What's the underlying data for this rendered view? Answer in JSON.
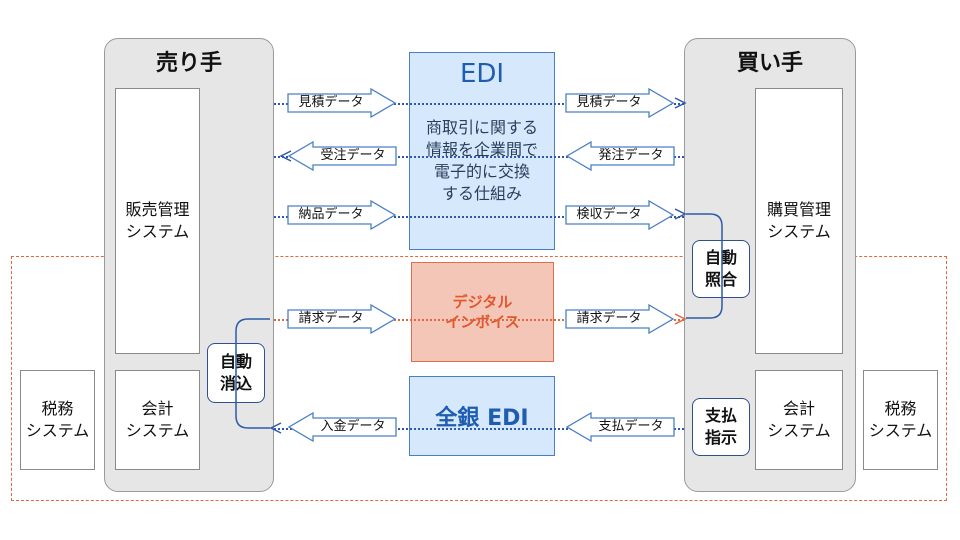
{
  "seller": {
    "title": "売り手",
    "sales_system": "販売管理\nシステム",
    "accounting": "会計\nシステム",
    "auto_clear": "自動\n消込"
  },
  "buyer": {
    "title": "買い手",
    "purchase_system": "購買管理\nシステム",
    "accounting": "会計\nシステム",
    "auto_match": "自動\n照合",
    "payment_instruction": "支払\n指示"
  },
  "tax_left": "税務\nシステム",
  "tax_right": "税務\nシステム",
  "edi": {
    "title": "EDI",
    "description": "商取引に関する\n情報を企業間で\n電子的に交換\nする仕組み"
  },
  "invoice": {
    "title": "デジタル\nインボイス"
  },
  "zengin": {
    "title": "全銀 EDI"
  },
  "arrows": {
    "quote_left": "見積データ",
    "quote_right": "見積データ",
    "order_received": "受注データ",
    "order_placed": "発注データ",
    "delivery": "納品データ",
    "inspection": "検収データ",
    "invoice_left": "請求データ",
    "invoice_right": "請求データ",
    "deposit": "入金データ",
    "payment": "支払データ"
  },
  "colors": {
    "edi_fill": "#d6e8fb",
    "edi_border": "#4a7fc4",
    "invoice_accent": "#e2673e",
    "party_fill": "#e6e6e6"
  }
}
